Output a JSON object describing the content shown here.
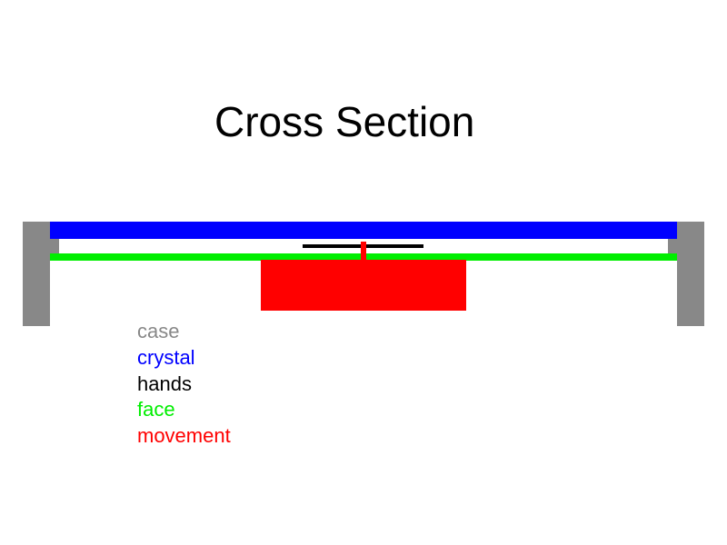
{
  "title": "Cross Section",
  "colors": {
    "case": "#888888",
    "crystal": "#0000ff",
    "hands": "#000000",
    "face": "#00ee00",
    "movement": "#ff0000"
  },
  "legend": [
    {
      "label": "case",
      "color": "#888888"
    },
    {
      "label": "crystal",
      "color": "#0000ff"
    },
    {
      "label": "hands",
      "color": "#000000"
    },
    {
      "label": "face",
      "color": "#00ee00"
    },
    {
      "label": "movement",
      "color": "#ff0000"
    }
  ]
}
